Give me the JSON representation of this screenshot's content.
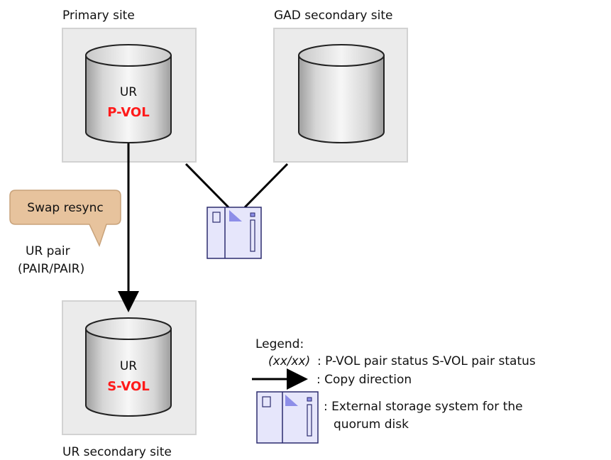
{
  "sites": {
    "primary": {
      "label": "Primary site"
    },
    "gad_secondary": {
      "label": "GAD secondary site"
    },
    "ur_secondary": {
      "label": "UR secondary site"
    }
  },
  "volumes": {
    "p_vol": {
      "line1": "UR",
      "line2": "P-VOL"
    },
    "s_vol": {
      "line1": "UR",
      "line2": "S-VOL"
    }
  },
  "callout": {
    "text": "Swap resync"
  },
  "pair": {
    "line1": "UR pair",
    "line2": "(PAIR/PAIR)"
  },
  "legend": {
    "title": "Legend:",
    "status_key": "(xx/xx)",
    "status_desc": ": P-VOL pair status S-VOL pair status",
    "copy_desc": ": Copy direction",
    "storage_desc_line1": ": External storage system for the",
    "storage_desc_line2": "quorum disk"
  },
  "colors": {
    "site_fill": "#ebebeb",
    "site_stroke": "#d2d2d2",
    "volume_red": "#ff1a1a",
    "callout_fill": "#e7c39d",
    "callout_stroke": "#c8a27a",
    "storage_fill": "#e6e6fb",
    "storage_stroke": "#2b2b6e",
    "storage_accent": "#8d8ee8"
  },
  "icons": {
    "volume": "cylinder-volume-icon",
    "storage": "quorum-storage-icon",
    "arrow": "copy-direction-arrow-icon"
  }
}
